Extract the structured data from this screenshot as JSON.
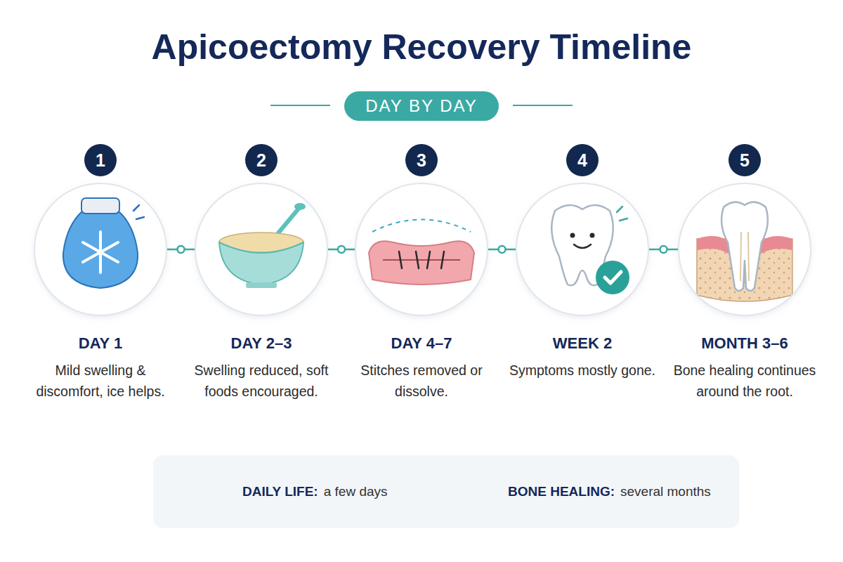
{
  "diagram": {
    "title": "Apicoectomy Recovery Timeline",
    "nodes": [
      {
        "text": [
          "DAY BY DAY"
        ]
      },
      {
        "text": [
          "1"
        ]
      },
      {
        "text": [
          "2"
        ]
      },
      {
        "text": [
          "3"
        ]
      },
      {
        "text": [
          "4"
        ]
      },
      {
        "text": [
          "5"
        ]
      },
      {
        "text": [
          "DAY 1",
          "Mild swelling & discomfort, ice helps."
        ]
      },
      {
        "text": [
          "DAY 2–3",
          "Swelling reduced, soft foods encouraged."
        ]
      },
      {
        "text": [
          "DAY 4–7",
          "Stitches removed or dissolve."
        ]
      },
      {
        "text": [
          "WEEK 2",
          "Symptoms mostly gone."
        ]
      },
      {
        "text": [
          "MONTH 3–6",
          "Bone healing continues around the root."
        ]
      },
      {
        "text": [
          "DAILY LIFE:",
          "a few days",
          "BONE HEALING:",
          "several months"
        ]
      }
    ],
    "edges": [
      {
        "from": 6,
        "to": 7,
        "arrow": "none"
      },
      {
        "from": 7,
        "to": 8,
        "arrow": "none"
      },
      {
        "from": 8,
        "to": 9,
        "arrow": "none"
      },
      {
        "from": 9,
        "to": 10,
        "arrow": "none"
      }
    ]
  }
}
